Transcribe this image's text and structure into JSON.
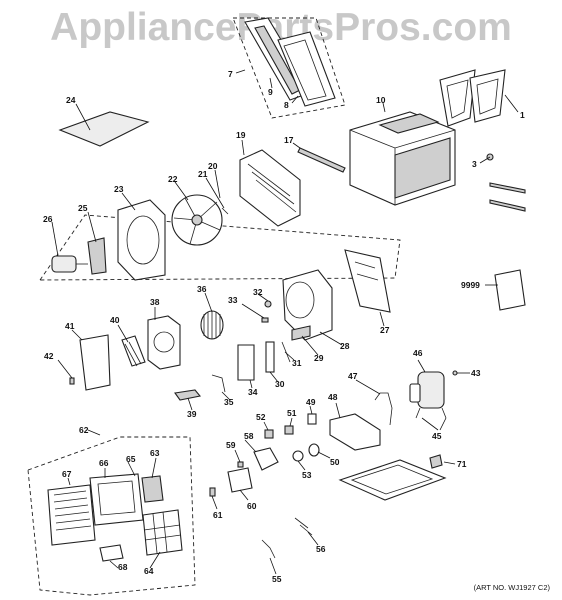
{
  "watermark": "AppliancePartsPros.com",
  "art_number": "(ART NO. WJ1927 C2)",
  "labels": [
    "1",
    "3",
    "7",
    "8",
    "9",
    "10",
    "17",
    "19",
    "20",
    "21",
    "22",
    "23",
    "24",
    "25",
    "26",
    "27",
    "28",
    "29",
    "30",
    "31",
    "32",
    "33",
    "34",
    "35",
    "36",
    "38",
    "39",
    "40",
    "41",
    "42",
    "43",
    "45",
    "46",
    "47",
    "48",
    "49",
    "50",
    "51",
    "52",
    "53",
    "55",
    "56",
    "58",
    "59",
    "60",
    "61",
    "62",
    "63",
    "64",
    "65",
    "66",
    "67",
    "68",
    "71",
    "9999"
  ]
}
